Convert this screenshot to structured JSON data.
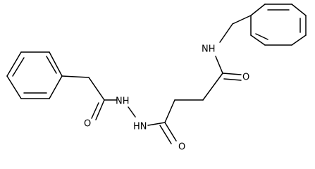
{
  "colors": {
    "bond": "#000000",
    "label": "#000000",
    "background": "#ffffff"
  },
  "atom_labels": {
    "amide_nh_benzyl": "NH",
    "amide_o_right": "O",
    "hydrazide_nh_upper": "NH",
    "hydrazide_nh_lower": "HN",
    "carbonyl_o_left": "O",
    "carbonyl_o_bottom": "O"
  }
}
